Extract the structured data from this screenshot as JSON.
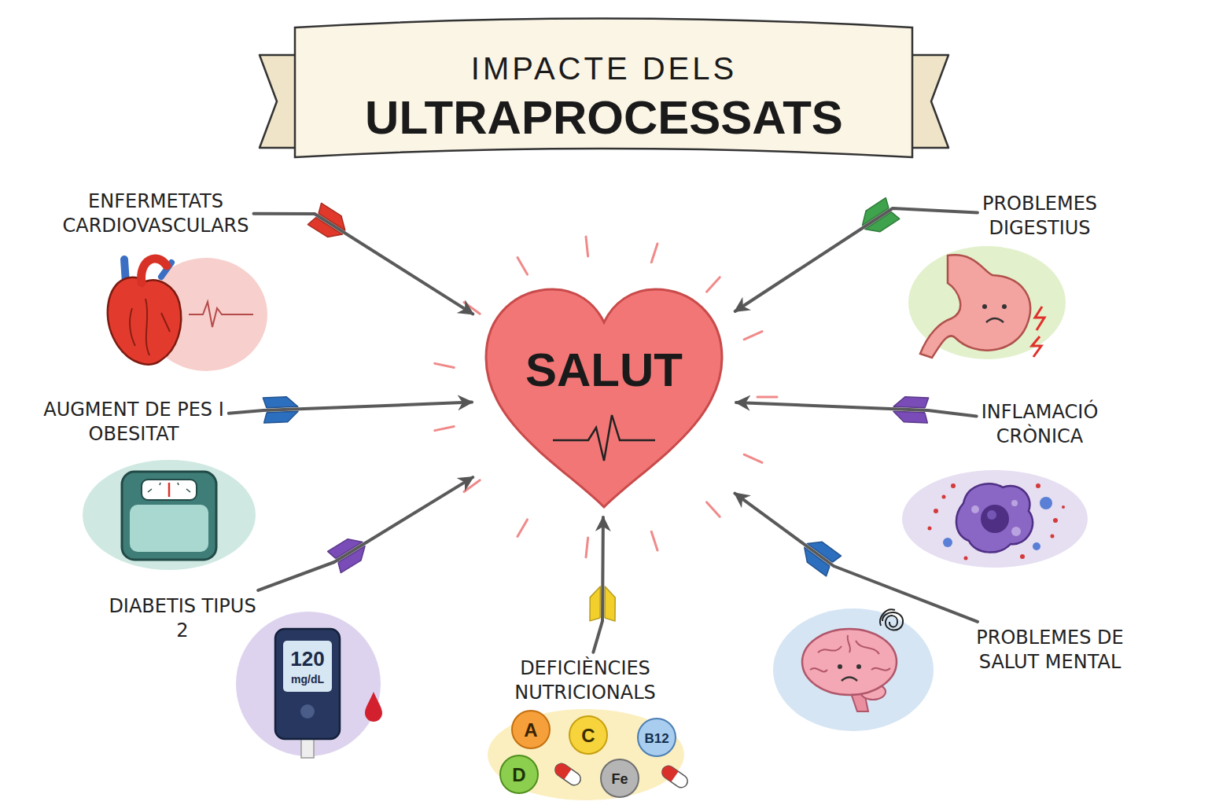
{
  "diagram": {
    "title": "IMPACTE DELS ULTRAPROCESSATS",
    "nodes": [
      {
        "text": [
          "ENFERMETATS CARDIOVASCULARS"
        ]
      },
      {
        "text": [
          "PROBLEMES DIGESTIUS"
        ]
      },
      {
        "text": [
          "SALUT"
        ]
      },
      {
        "text": [
          "AUGMENT DE PES I OBESITAT"
        ]
      },
      {
        "text": [
          "INFLAMACIÓ CRÒNICA"
        ]
      },
      {
        "text": [
          "DIABETIS TIPUS 2"
        ]
      },
      {
        "text": [
          "PROBLEMES DE SALUT MENTAL"
        ]
      },
      {
        "text": [
          "DEFICIÈNCIES NUTRICIONALS"
        ]
      }
    ],
    "edges": [
      {
        "from": 0,
        "to": 2,
        "arrow": "to"
      },
      {
        "from": 1,
        "to": 2,
        "arrow": "to"
      },
      {
        "from": 3,
        "to": 2,
        "arrow": "to"
      },
      {
        "from": 4,
        "to": 2,
        "arrow": "to"
      },
      {
        "from": 5,
        "to": 2,
        "arrow": "to"
      },
      {
        "from": 6,
        "to": 2,
        "arrow": "to"
      },
      {
        "from": 7,
        "to": 2,
        "arrow": "to"
      }
    ],
    "labels": [
      "120",
      "mg/dL",
      "A",
      "C",
      "B12",
      "D",
      "Fe"
    ]
  }
}
